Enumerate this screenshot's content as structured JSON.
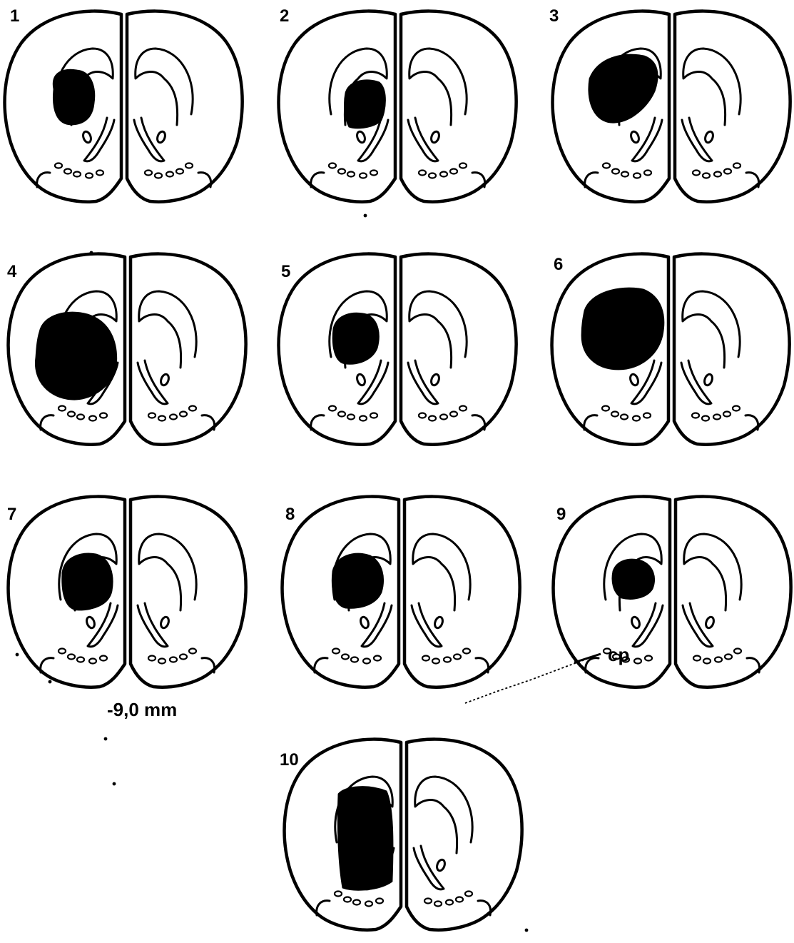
{
  "sections": [
    {
      "label": "1"
    },
    {
      "label": "2"
    },
    {
      "label": "3"
    },
    {
      "label": "4"
    },
    {
      "label": "5"
    },
    {
      "label": "6"
    },
    {
      "label": "7"
    },
    {
      "label": "8"
    },
    {
      "label": "9"
    },
    {
      "label": "10"
    }
  ],
  "level_label": "-9,0  mm",
  "structure_label": "cp"
}
